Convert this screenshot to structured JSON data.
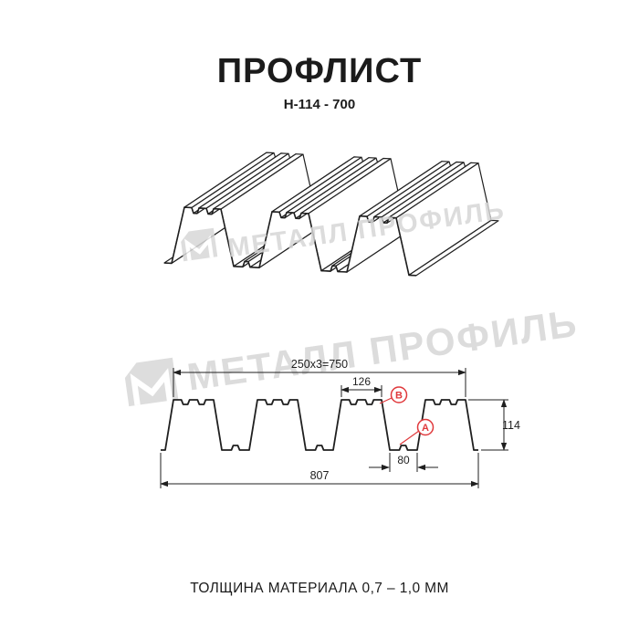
{
  "page": {
    "title": "ПРОФЛИСТ",
    "subtitle": "Н-114 - 700",
    "footer": "ТОЛЩИНА МАТЕРИАЛА 0,7 – 1,0 ММ"
  },
  "watermark": {
    "text": "МЕТАЛЛ ПРОФИЛЬ"
  },
  "diagram": {
    "description": "profiled-sheet-H114-3d-view-and-cross-section",
    "dims": {
      "top": "250x3=750",
      "flange": "126",
      "valley": "80",
      "overall": "807",
      "height": "114"
    },
    "points": {
      "b": "В",
      "a": "А"
    },
    "colors": {
      "line": "#1f1f1f",
      "red": "#e0393c",
      "watermark": "#d6d6d6"
    }
  }
}
